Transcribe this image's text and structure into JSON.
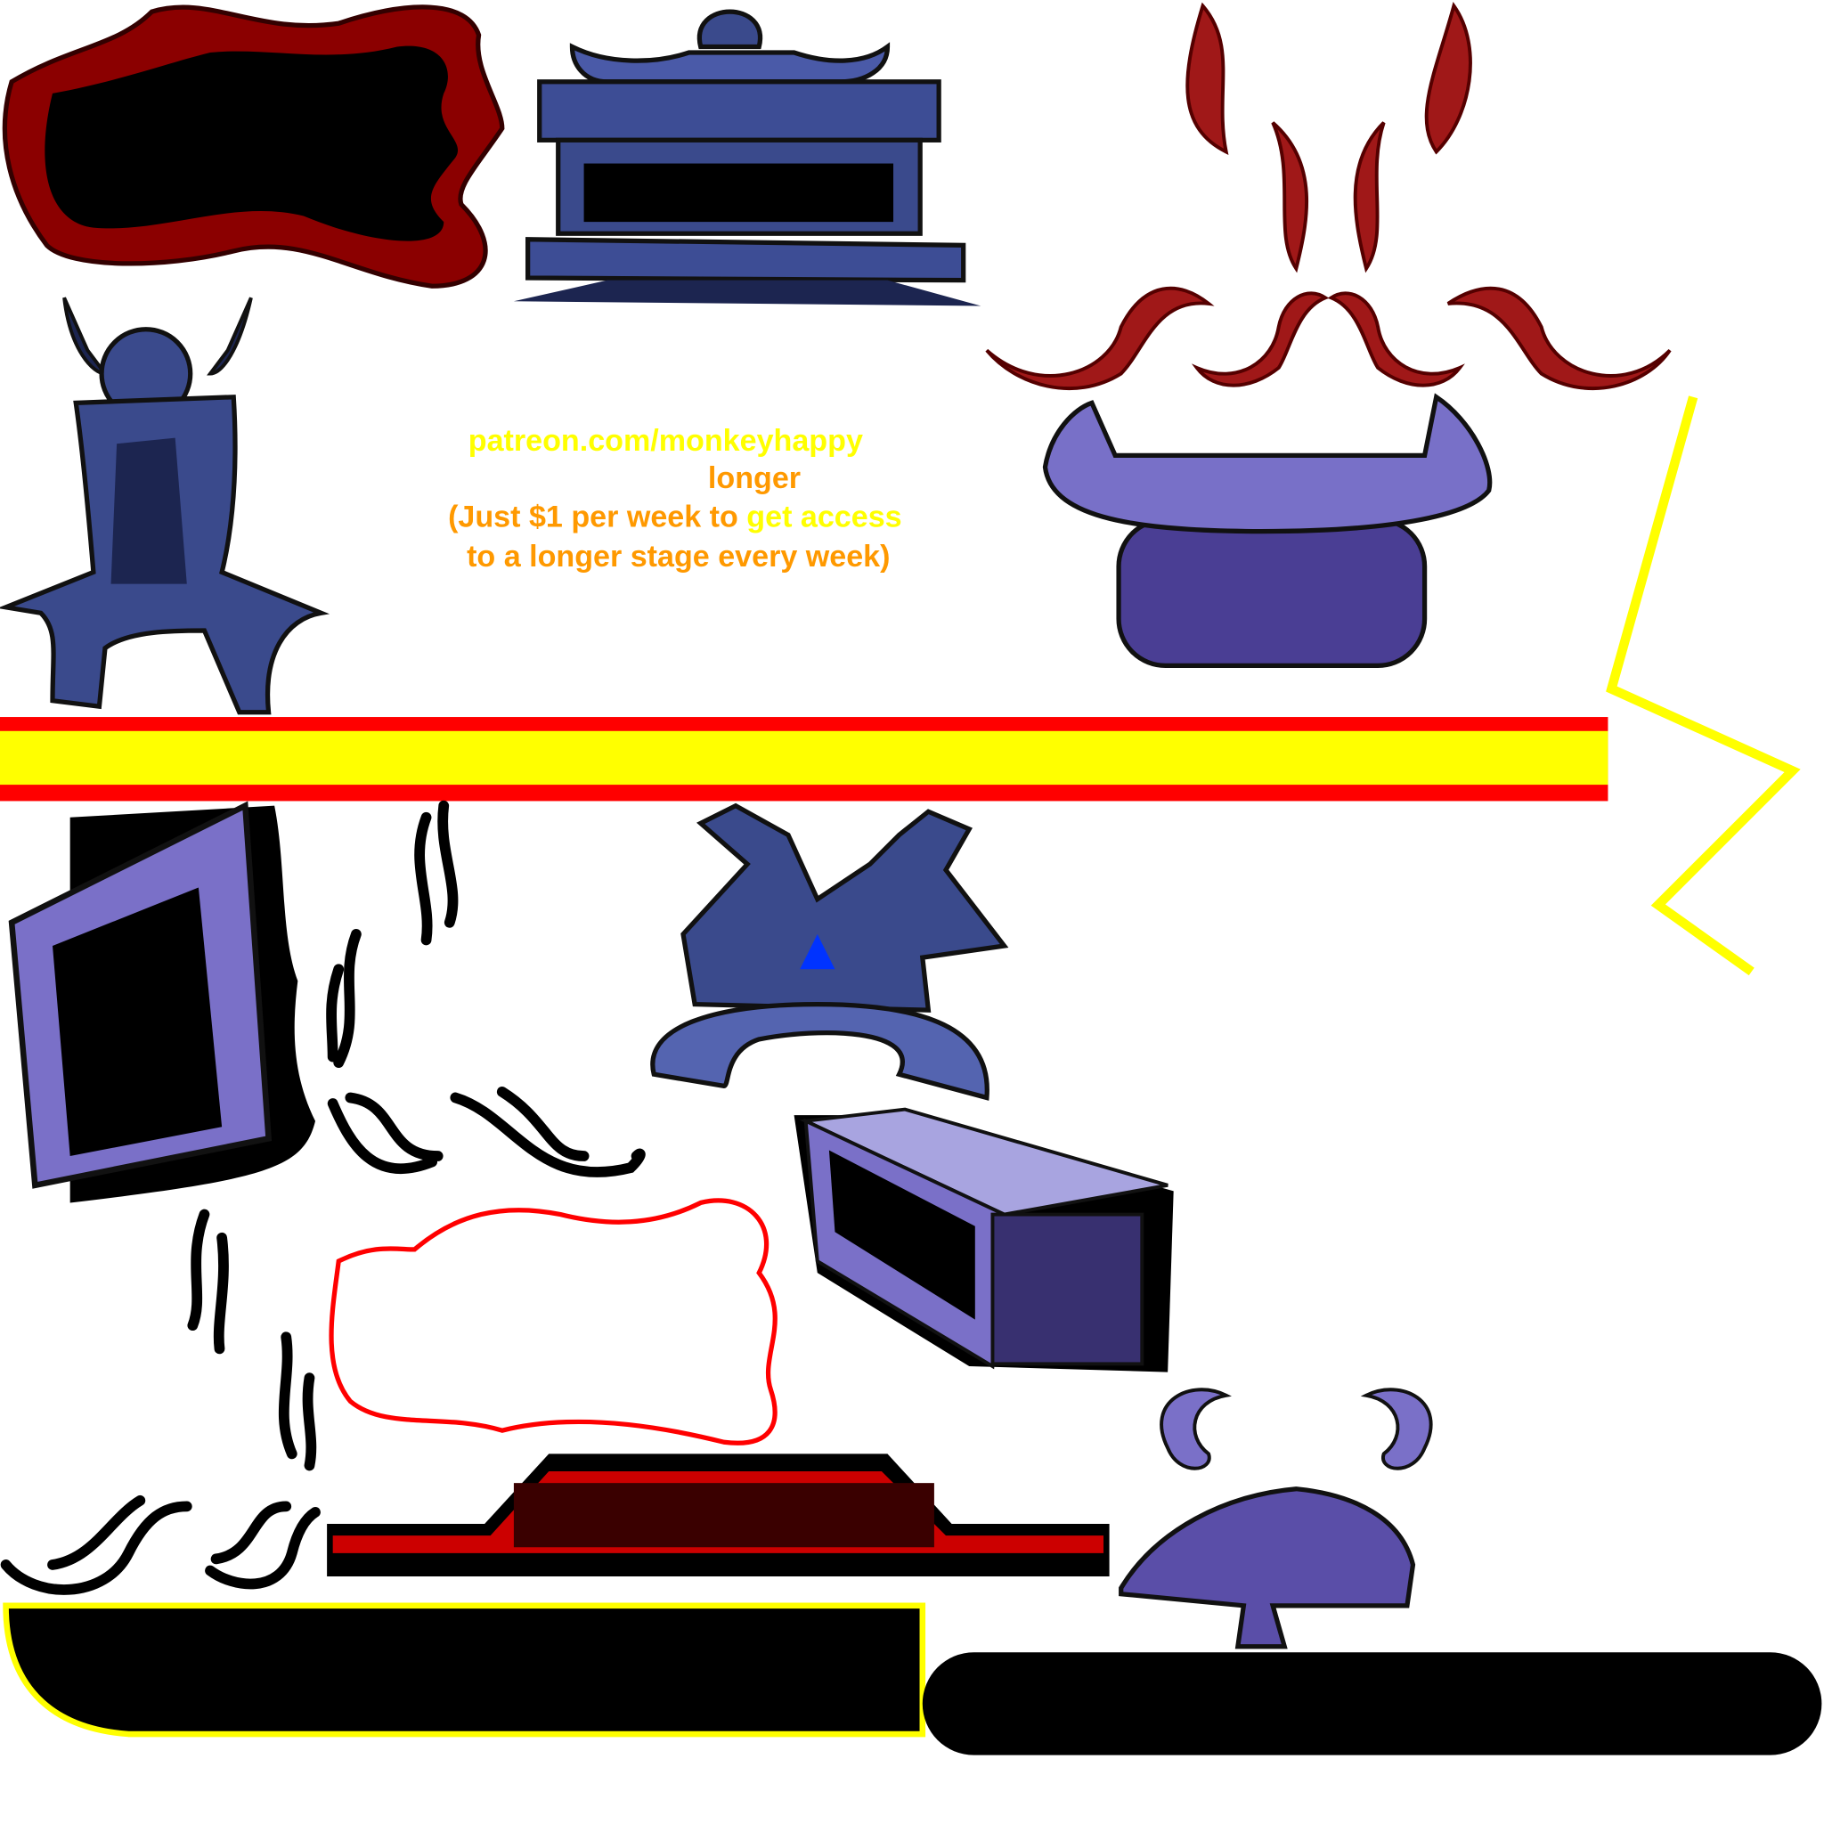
{
  "promo": {
    "line1": "patreon.com/monkeyhappy",
    "line2": "longer",
    "line3_a": "(Just $1 per week to ",
    "line3_b": "get access",
    "line4": "to a longer stage every week)"
  },
  "colors": {
    "yellow": "#ffff00",
    "orange": "#ff9900",
    "red": "#ff0000",
    "dark_red": "#8b0000",
    "navy_blue": "#3a4a8c",
    "purple": "#7a70c8",
    "black": "#000000"
  }
}
